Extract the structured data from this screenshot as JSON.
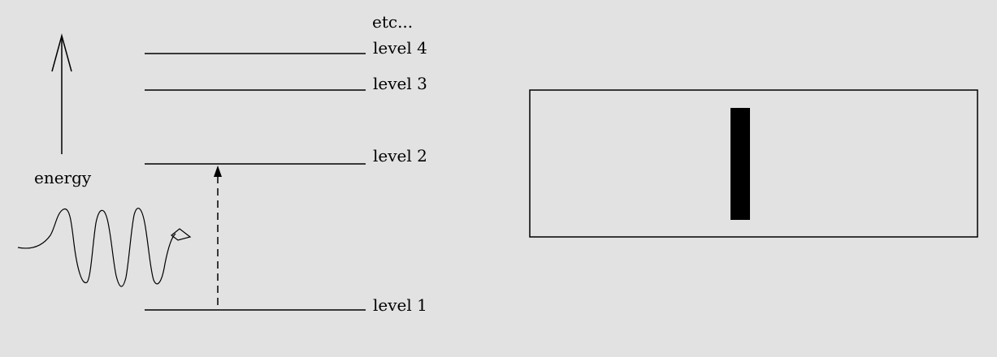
{
  "diagram": {
    "energy_label": "energy",
    "etc_label": "etc...",
    "levels": [
      {
        "label": "level 4"
      },
      {
        "label": "level 3"
      },
      {
        "label": "level 2"
      },
      {
        "label": "level 1"
      }
    ],
    "spectrum_line_color": "#000000",
    "background_color": "#e2e2e2"
  }
}
